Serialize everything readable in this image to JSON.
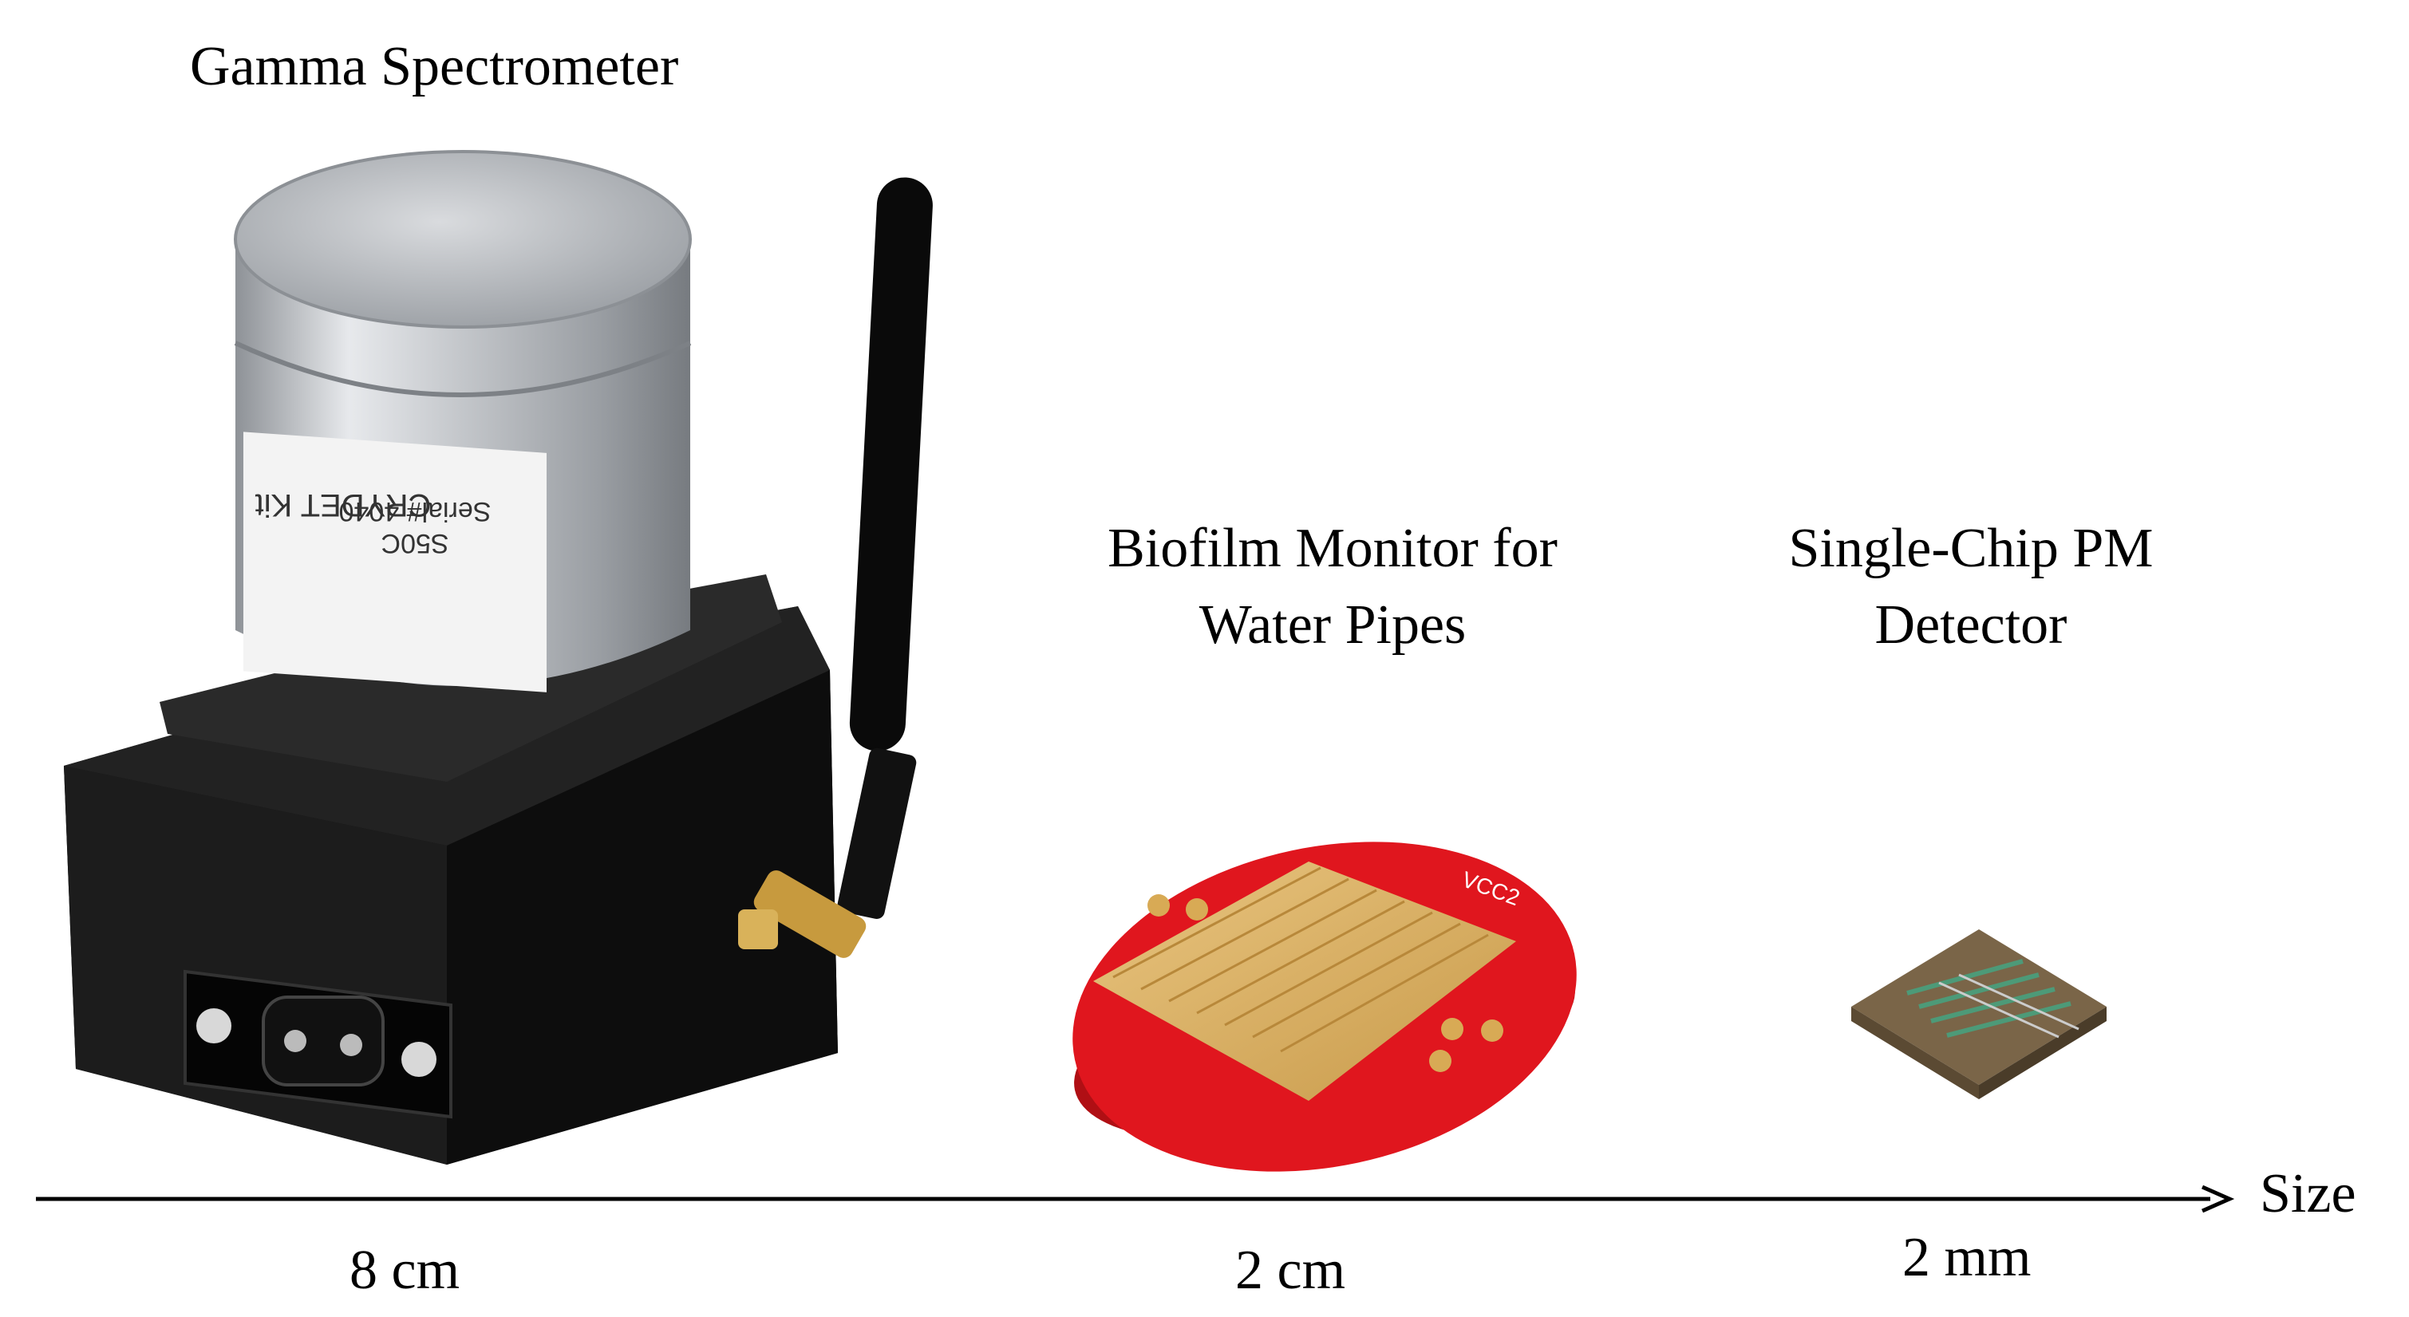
{
  "labels": {
    "gamma": "Gamma Spectrometer",
    "biofilm_line1": "Biofilm Monitor for",
    "biofilm_line2": "Water Pipes",
    "chip_line1": "Single-Chip PM",
    "chip_line2": "Detector",
    "device_text_1": "CRYDET Kit",
    "device_text_2": "S50C",
    "device_text_3": "Serial# 4040",
    "pcb_text": "VCC2"
  },
  "axis": {
    "label": "Size"
  },
  "scales": [
    "8 cm",
    "2 cm",
    "2 mm"
  ],
  "colors": {
    "pcb_red": "#e0161e",
    "gold": "#d8aa55",
    "box_black": "#141414",
    "aluminum": "#c9ccd0"
  }
}
